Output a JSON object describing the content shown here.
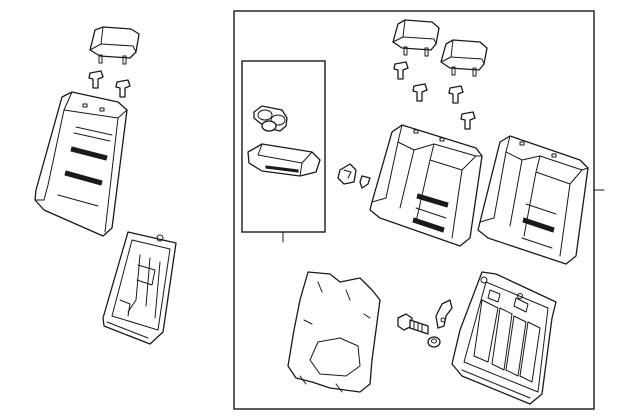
{
  "diagram": {
    "kind": "exploded parts illustration",
    "callouts": [],
    "colors": {
      "line": "#1a1a1a",
      "background": "#ffffff"
    },
    "parts": [
      "headrest-left-outer",
      "headrest-guides-left",
      "seatback-cover-left",
      "seatback-frame-left",
      "armrest-cupholder",
      "armrest-pad",
      "headrest-right-1",
      "headrest-right-2",
      "headrest-guides-right",
      "seatback-cover-right-inner",
      "seatback-cover-right-outer",
      "trim-clip",
      "rear-panel",
      "bolt",
      "nut",
      "hinge-bracket",
      "seatback-frame-right"
    ]
  }
}
